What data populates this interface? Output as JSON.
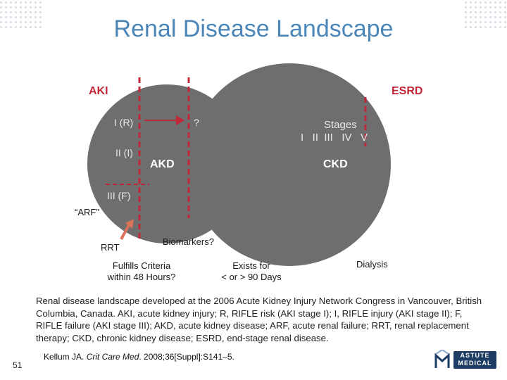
{
  "title": "Renal Disease Landscape",
  "labels": {
    "aki": "AKI",
    "esrd": "ESRD",
    "i_r": "I (R)",
    "question": "?",
    "ii_i": "II (I)",
    "akd": "AKD",
    "stages": "Stages",
    "stage_numbers": "I   II  III   IV   V",
    "ckd": "CKD",
    "iii_f": "III (F)",
    "arf": "“ARF”",
    "rrt": "RRT",
    "biomarkers": "Biomarkers?",
    "fulfills_1": "Fulfills Criteria",
    "fulfills_2": "within 48 Hours?",
    "exists_1": "Exists for",
    "exists_2": "< or > 90 Days",
    "dialysis": "Dialysis"
  },
  "footnote": "Renal disease landscape developed at the 2006 Acute Kidney Injury Network Congress in Vancouver, British Columbia, Canada. AKI, acute kidney injury; R, RIFLE risk (AKI stage I); I, RIFLE injury (AKI stage II); F, RIFLE failure (AKI stage III);  AKD, acute kidney disease; ARF, acute renal failure; RRT, renal replacement therapy; CKD, chronic kidney disease; ESRD, end-stage renal disease.",
  "citation": {
    "author": "Kellum JA. ",
    "journal": "Crit Care Med",
    "rest": ". 2008;36[Suppl]:S141–5."
  },
  "slide_number": "51",
  "logo": {
    "line1": "ASTUTE",
    "line2": "MEDICAL"
  },
  "colors": {
    "title": "#4a86b8",
    "accent_red": "#c0283a",
    "circle_gray": "#6e6e6e",
    "arrow_salmon": "#d9735a"
  }
}
